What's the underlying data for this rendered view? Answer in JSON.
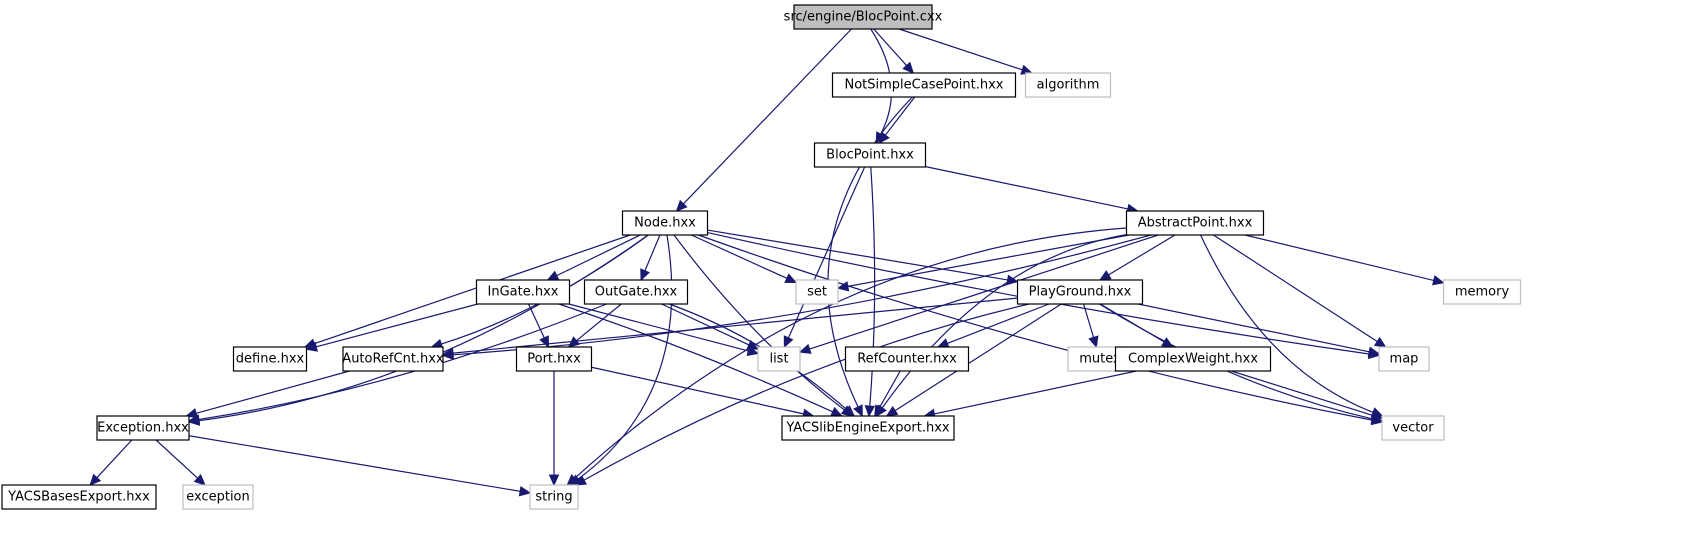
{
  "title": "src/engine/BlocPoint.cxx",
  "diagram_type": "include dependency graph",
  "colors": {
    "edge": "#191970",
    "root_fill": "#bfbfbf",
    "project_border": "#000000",
    "system_border": "#bfbfbf"
  },
  "nodes": [
    {
      "id": "root",
      "label": "src/engine/BlocPoint.cxx",
      "kind": "root"
    },
    {
      "id": "notsimple",
      "label": "NotSimpleCasePoint.hxx",
      "kind": "project"
    },
    {
      "id": "algorithm",
      "label": "algorithm",
      "kind": "system"
    },
    {
      "id": "blocpoint",
      "label": "BlocPoint.hxx",
      "kind": "project"
    },
    {
      "id": "node",
      "label": "Node.hxx",
      "kind": "project"
    },
    {
      "id": "abstractpoint",
      "label": "AbstractPoint.hxx",
      "kind": "project"
    },
    {
      "id": "ingate",
      "label": "InGate.hxx",
      "kind": "project"
    },
    {
      "id": "outgate",
      "label": "OutGate.hxx",
      "kind": "project"
    },
    {
      "id": "set",
      "label": "set",
      "kind": "system"
    },
    {
      "id": "playground",
      "label": "PlayGround.hxx",
      "kind": "project"
    },
    {
      "id": "memory",
      "label": "memory",
      "kind": "system"
    },
    {
      "id": "define",
      "label": "define.hxx",
      "kind": "project"
    },
    {
      "id": "autorefcnt",
      "label": "AutoRefCnt.hxx",
      "kind": "project"
    },
    {
      "id": "port",
      "label": "Port.hxx",
      "kind": "project"
    },
    {
      "id": "list",
      "label": "list",
      "kind": "system"
    },
    {
      "id": "refcounter",
      "label": "RefCounter.hxx",
      "kind": "project"
    },
    {
      "id": "mutex",
      "label": "mutex",
      "kind": "system"
    },
    {
      "id": "complexweight",
      "label": "ComplexWeight.hxx",
      "kind": "project"
    },
    {
      "id": "map",
      "label": "map",
      "kind": "system"
    },
    {
      "id": "exception_hxx",
      "label": "Exception.hxx",
      "kind": "project"
    },
    {
      "id": "yacslib",
      "label": "YACSlibEngineExport.hxx",
      "kind": "project"
    },
    {
      "id": "vector",
      "label": "vector",
      "kind": "system"
    },
    {
      "id": "yacsbases",
      "label": "YACSBasesExport.hxx",
      "kind": "project"
    },
    {
      "id": "exception",
      "label": "exception",
      "kind": "system"
    },
    {
      "id": "string",
      "label": "string",
      "kind": "system"
    }
  ],
  "edges": [
    {
      "from": "root",
      "to": "notsimple"
    },
    {
      "from": "root",
      "to": "algorithm"
    },
    {
      "from": "root",
      "to": "blocpoint"
    },
    {
      "from": "root",
      "to": "node"
    },
    {
      "from": "notsimple",
      "to": "blocpoint"
    },
    {
      "from": "notsimple",
      "to": "yacslib"
    },
    {
      "from": "blocpoint",
      "to": "abstractpoint"
    },
    {
      "from": "blocpoint",
      "to": "list"
    },
    {
      "from": "blocpoint",
      "to": "yacslib"
    },
    {
      "from": "node",
      "to": "ingate"
    },
    {
      "from": "node",
      "to": "outgate"
    },
    {
      "from": "node",
      "to": "set"
    },
    {
      "from": "node",
      "to": "playground"
    },
    {
      "from": "node",
      "to": "define"
    },
    {
      "from": "node",
      "to": "autorefcnt"
    },
    {
      "from": "node",
      "to": "exception_hxx"
    },
    {
      "from": "node",
      "to": "yacslib"
    },
    {
      "from": "node",
      "to": "map"
    },
    {
      "from": "node",
      "to": "vector"
    },
    {
      "from": "node",
      "to": "string"
    },
    {
      "from": "abstractpoint",
      "to": "playground"
    },
    {
      "from": "abstractpoint",
      "to": "set"
    },
    {
      "from": "abstractpoint",
      "to": "list"
    },
    {
      "from": "abstractpoint",
      "to": "autorefcnt"
    },
    {
      "from": "abstractpoint",
      "to": "memory"
    },
    {
      "from": "abstractpoint",
      "to": "map"
    },
    {
      "from": "abstractpoint",
      "to": "vector"
    },
    {
      "from": "abstractpoint",
      "to": "yacslib"
    },
    {
      "from": "abstractpoint",
      "to": "string"
    },
    {
      "from": "ingate",
      "to": "define"
    },
    {
      "from": "ingate",
      "to": "port"
    },
    {
      "from": "ingate",
      "to": "list"
    },
    {
      "from": "ingate",
      "to": "yacslib"
    },
    {
      "from": "outgate",
      "to": "port"
    },
    {
      "from": "outgate",
      "to": "list"
    },
    {
      "from": "outgate",
      "to": "exception_hxx"
    },
    {
      "from": "outgate",
      "to": "yacslib"
    },
    {
      "from": "playground",
      "to": "refcounter"
    },
    {
      "from": "playground",
      "to": "mutex"
    },
    {
      "from": "playground",
      "to": "complexweight"
    },
    {
      "from": "playground",
      "to": "autorefcnt"
    },
    {
      "from": "playground",
      "to": "map"
    },
    {
      "from": "playground",
      "to": "vector"
    },
    {
      "from": "playground",
      "to": "yacslib"
    },
    {
      "from": "playground",
      "to": "string"
    },
    {
      "from": "autorefcnt",
      "to": "exception_hxx"
    },
    {
      "from": "port",
      "to": "yacslib"
    },
    {
      "from": "port",
      "to": "string"
    },
    {
      "from": "refcounter",
      "to": "yacslib"
    },
    {
      "from": "complexweight",
      "to": "yacslib"
    },
    {
      "from": "complexweight",
      "to": "vector"
    },
    {
      "from": "exception_hxx",
      "to": "yacsbases"
    },
    {
      "from": "exception_hxx",
      "to": "exception"
    },
    {
      "from": "exception_hxx",
      "to": "string"
    }
  ]
}
